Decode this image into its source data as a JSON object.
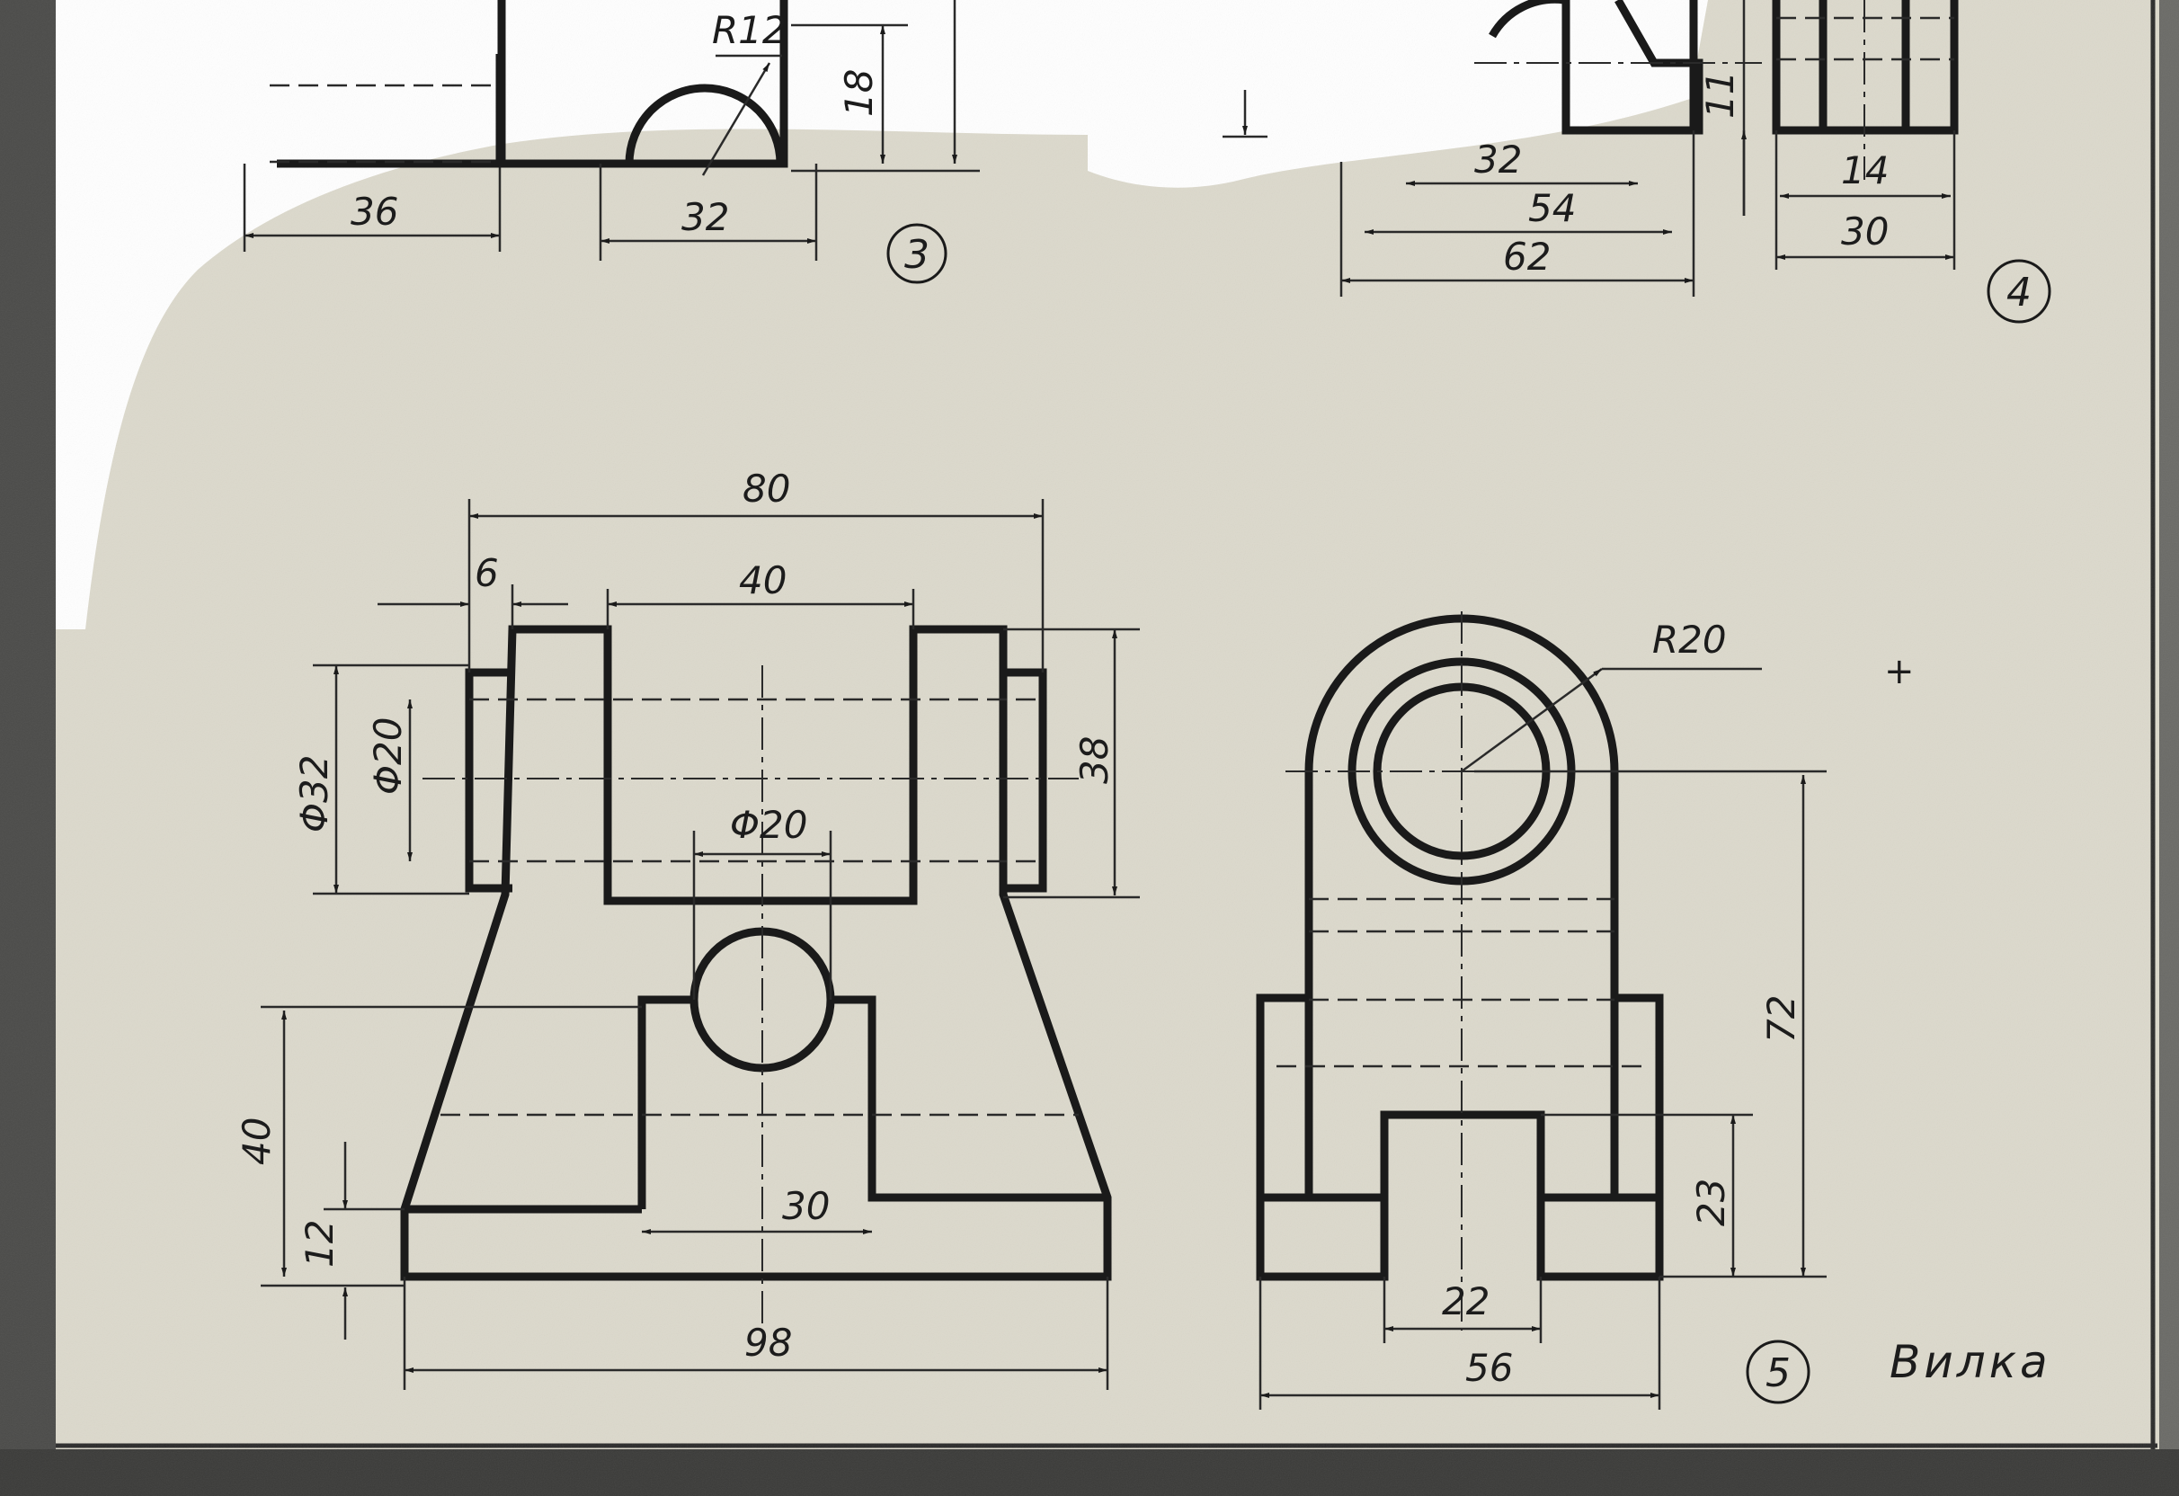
{
  "views": {
    "view3": {
      "number": "3",
      "dims": {
        "radius": "R12",
        "height": "18",
        "width": "32",
        "left_offset": "36"
      }
    },
    "view4": {
      "number": "4",
      "dims": {
        "d32": "32",
        "d54": "54",
        "d62": "62",
        "d11": "11",
        "d14": "14",
        "d30": "30"
      }
    },
    "view5": {
      "number": "5",
      "title": "Вилка",
      "front": {
        "d80": "80",
        "d6": "6",
        "d40": "40",
        "phi32": "Φ32",
        "phi20_left": "Φ20",
        "d38": "38",
        "phi20_mid": "Φ20",
        "d40_left": "40",
        "d12": "12",
        "d30": "30",
        "d98": "98"
      },
      "side": {
        "r20": "R20",
        "d72": "72",
        "d23": "23",
        "d22": "22",
        "d56": "56"
      }
    }
  },
  "colors": {
    "paper": "#dcd9cc",
    "ink": "#1a1a1a"
  }
}
